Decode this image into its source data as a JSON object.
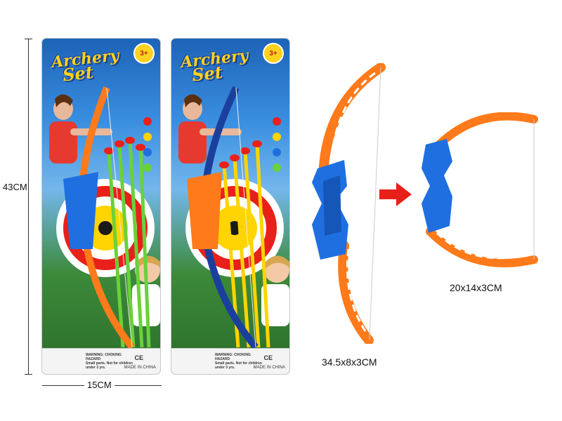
{
  "dimensions": {
    "height_label": "43CM",
    "width_label": "15CM"
  },
  "products": {
    "large_bow_size": "34.5x8x3CM",
    "folded_bow_size": "20x14x3CM"
  },
  "package": {
    "title_line1": "Archery",
    "title_line2": "Set",
    "age_badge": "3+",
    "warning_text": "WARNING: CHOKING HAZARD",
    "warning_sub": "Small parts. Not for children under 3 yrs.",
    "ce_mark": "CE",
    "made_in": "MADE IN CHINA"
  },
  "colors": {
    "orange": "#ff7a1a",
    "blue": "#1f6fe0",
    "navy": "#1b3f9c",
    "green_arrow": "#6ad13a",
    "yellow_arrow": "#ffd400",
    "red_arrow": "#e8201a"
  }
}
